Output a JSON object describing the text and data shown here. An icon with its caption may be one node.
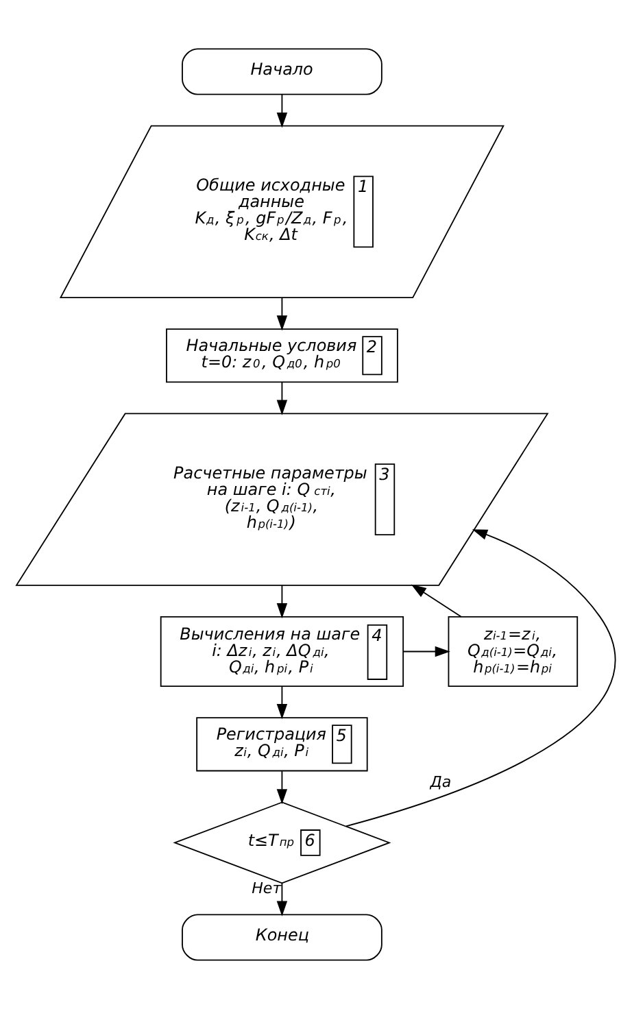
{
  "diagram": {
    "nodes": [
      {
        "text": [
          "Начало"
        ]
      },
      {
        "text": [
          "Общие исходные данные",
          "K$_{д}$, ξ$_{р}$, gF$_{р}$/Z$_{д}$, F$_{р}$, K$_{ск}$, Δt",
          "1"
        ]
      },
      {
        "text": [
          "Начальные условия",
          "t=0: z$_{0}$, Q$_{д0}$, h$_{р0}$",
          "2"
        ]
      },
      {
        "text": [
          "Расчетные параметры на шаге i: Q$_{стi}$, (z$_{i-1}$, Q$_{д(i-1)}$, h$_{р(i-1)}$)",
          "3"
        ]
      },
      {
        "text": [
          "Вычисления на шаге i: Δz$_{i}$, z$_{i}$, ΔQ$_{дi}$, Q$_{дi}$, h$_{рi}$, P$_{i}$",
          "4"
        ]
      },
      {
        "text": [
          "z$_{i-1}$=z$_{i}$, Q$_{д(i-1)}$=Q$_{дi}$, h$_{р(i-1)}$=h$_{рi}$"
        ]
      },
      {
        "text": [
          "Регистрация",
          "z$_{i}$, Q$_{дi}$, P$_{i}$",
          "5"
        ]
      },
      {
        "text": [
          "t≤T$_{пр}$",
          "6"
        ]
      },
      {
        "text": [
          "Конец"
        ]
      }
    ],
    "edges": [
      {
        "from": 0,
        "to": 1,
        "arrow": "to"
      },
      {
        "from": 1,
        "to": 2,
        "arrow": "to"
      },
      {
        "from": 2,
        "to": 3,
        "arrow": "to"
      },
      {
        "from": 3,
        "to": 4,
        "arrow": "to"
      },
      {
        "from": 4,
        "to": 6,
        "arrow": "to"
      },
      {
        "from": 4,
        "to": 5,
        "arrow": "to"
      },
      {
        "from": 5,
        "to": 3,
        "arrow": "to"
      },
      {
        "from": 6,
        "to": 7,
        "arrow": "to"
      },
      {
        "from": 7,
        "to": 3,
        "arrow": "to",
        "label": "Да"
      },
      {
        "from": 7,
        "to": 8,
        "arrow": "to",
        "label": "Нет"
      }
    ]
  }
}
